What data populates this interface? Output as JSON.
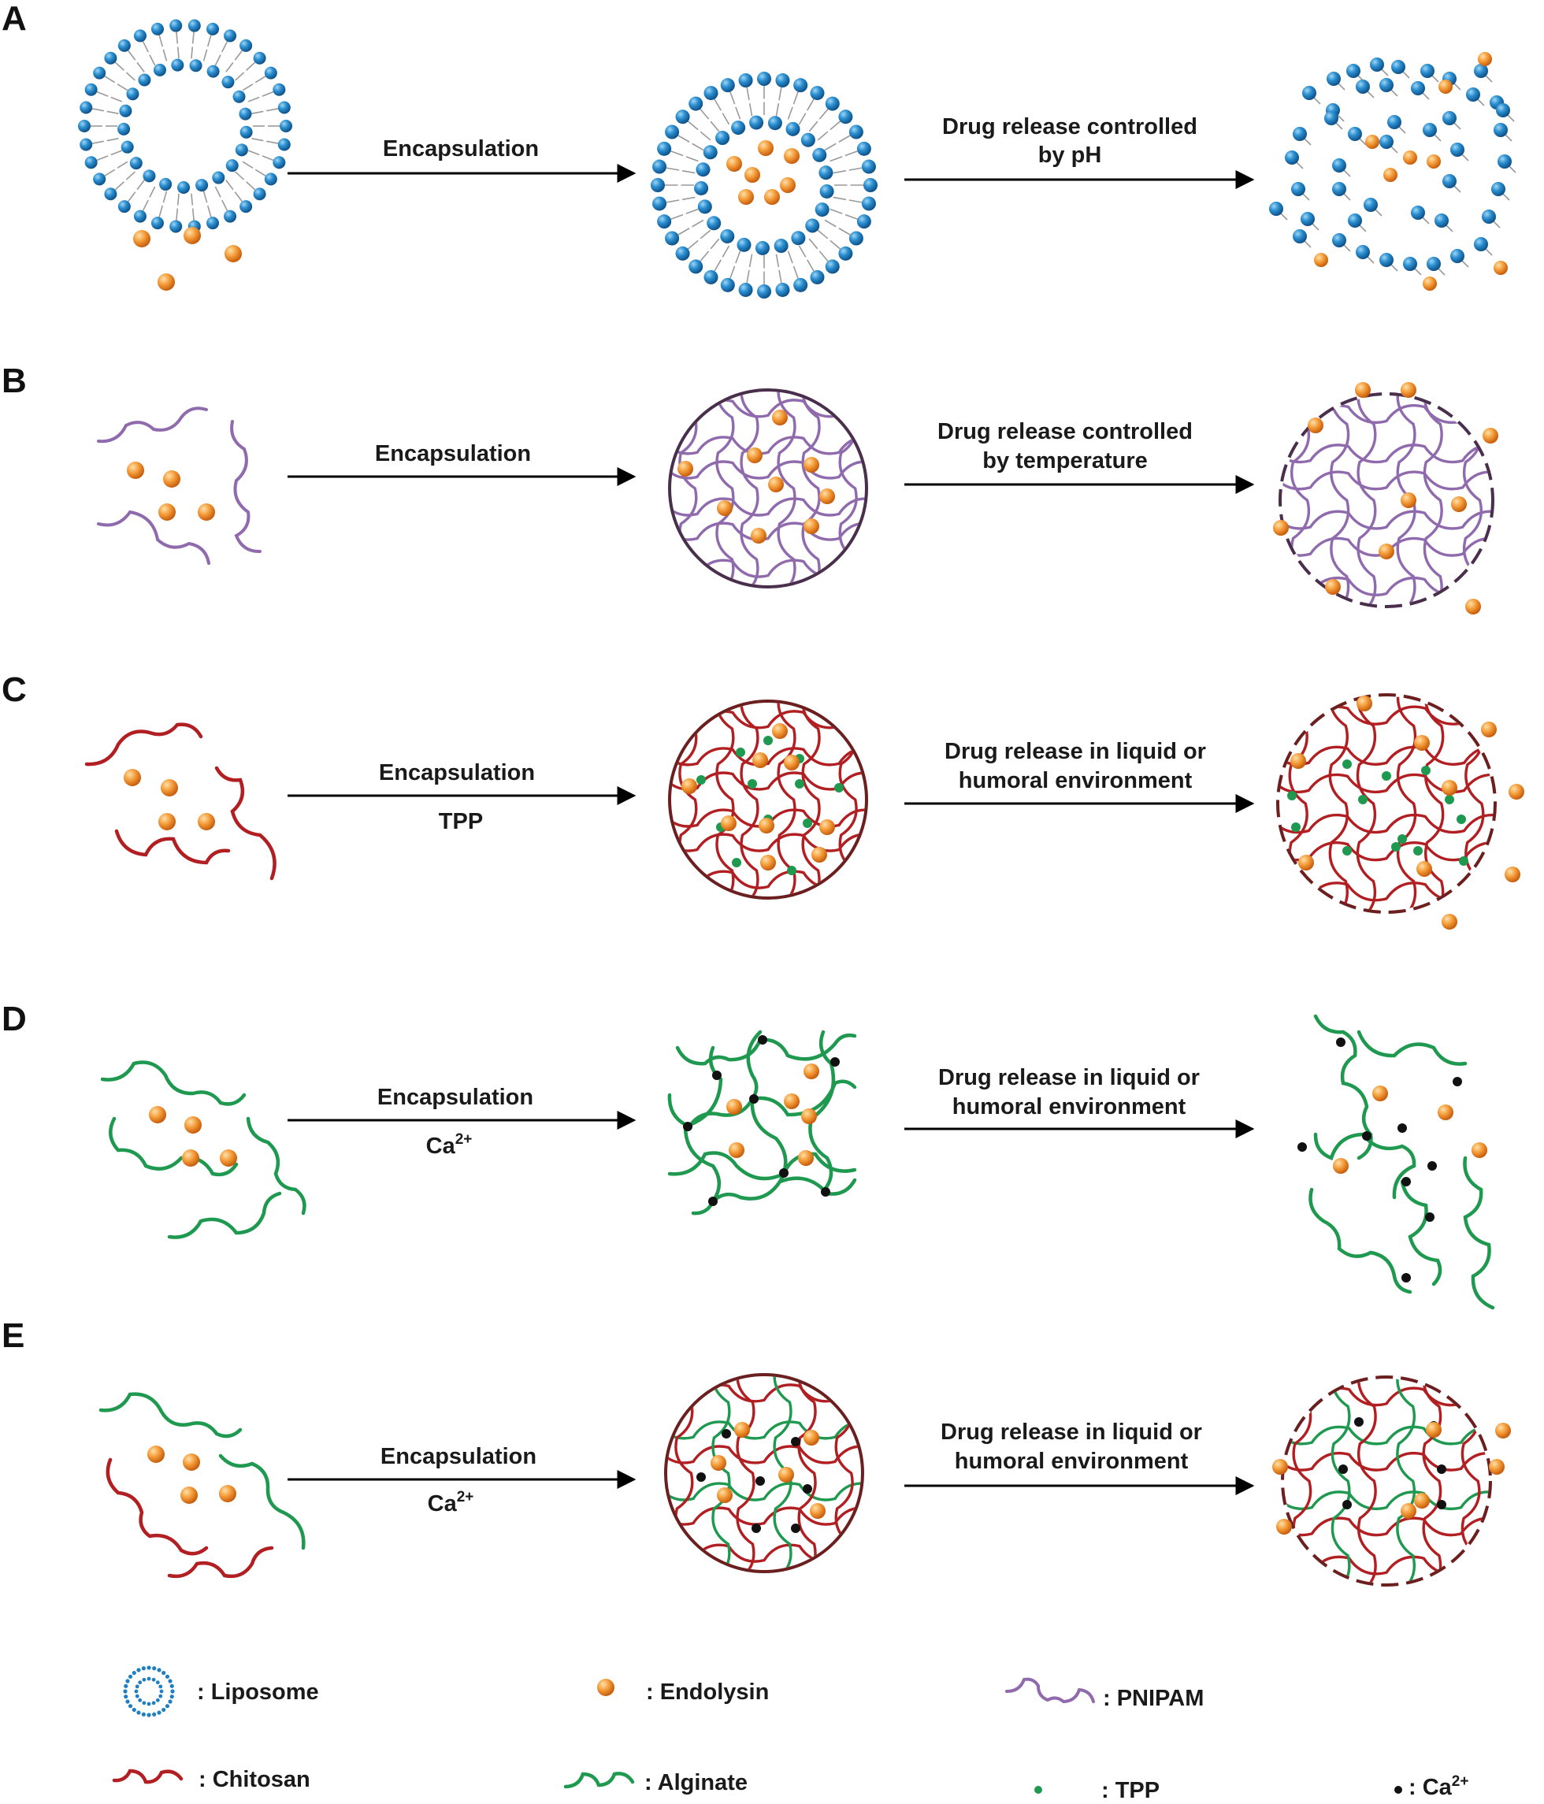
{
  "colors": {
    "liposome_blue": "#1f7fc0",
    "endolysin_orange": "#ee8a2a",
    "pnipam_purple": "#8f6aad",
    "chitosan_red": "#b11f22",
    "alginate_green": "#1f9950",
    "tpp_green": "#1f9950",
    "calcium_black": "#111111",
    "capsule_border_purple": "#4a2f4d",
    "capsule_border_brown": "#6b1f1f",
    "arrow": "#000000"
  },
  "panels": [
    {
      "letter": "A",
      "arrow1_label": "Encapsulation",
      "arrow1_sublabel": "",
      "arrow2_label": [
        "Drug release controlled",
        "by pH"
      ]
    },
    {
      "letter": "B",
      "arrow1_label": "Encapsulation",
      "arrow1_sublabel": "",
      "arrow2_label": [
        "Drug release controlled",
        "by temperature"
      ]
    },
    {
      "letter": "C",
      "arrow1_label": "Encapsulation",
      "arrow1_sublabel": "TPP",
      "arrow2_label": [
        "Drug release in liquid or",
        "humoral environment"
      ]
    },
    {
      "letter": "D",
      "arrow1_label": "Encapsulation",
      "arrow1_sublabel": "Ca",
      "arrow1_sublabel_sup": "2+",
      "arrow2_label": [
        "Drug release in liquid or",
        "humoral environment"
      ]
    },
    {
      "letter": "E",
      "arrow1_label": "Encapsulation",
      "arrow1_sublabel": "Ca",
      "arrow1_sublabel_sup": "2+",
      "arrow2_label": [
        "Drug release in liquid or",
        "humoral environment"
      ]
    }
  ],
  "legend": {
    "liposome": ": Liposome",
    "endolysin": ": Endolysin",
    "pnipam": ": PNIPAM",
    "chitosan": ": Chitosan",
    "alginate": ": Alginate",
    "tpp": ": TPP",
    "calcium": ": Ca",
    "calcium_sup": "2+"
  }
}
